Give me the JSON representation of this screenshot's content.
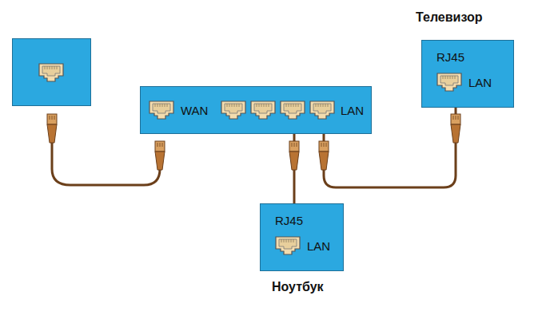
{
  "diagram": {
    "nodes": [
      {
        "text": [
          "Телевизор",
          "RJ45",
          "LAN"
        ]
      },
      {
        "text": [
          "WAN",
          "LAN"
        ]
      },
      {
        "text": [
          "RJ45",
          "LAN",
          "Ноутбук"
        ]
      }
    ],
    "edges": [
      {
        "from": 1,
        "to": 2,
        "arrow": "none"
      },
      {
        "from": 1,
        "to": 0,
        "arrow": "none"
      }
    ]
  }
}
